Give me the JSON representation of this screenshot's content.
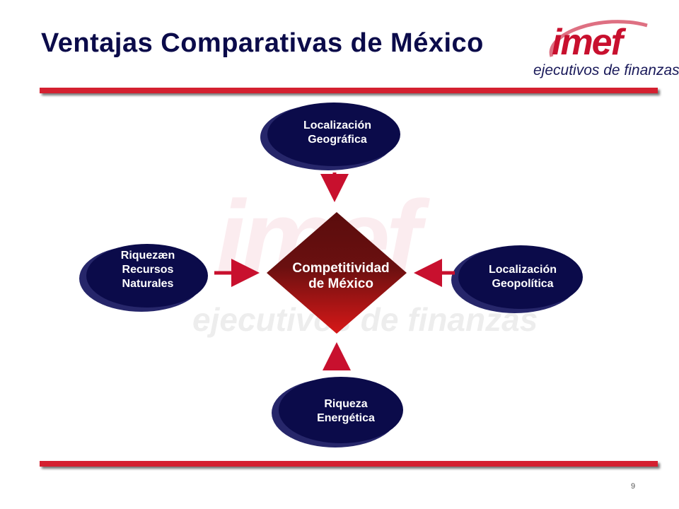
{
  "title": "Ventajas Comparativas de México",
  "logo": {
    "word": "imef",
    "subtitle": "ejecutivos de finanzas"
  },
  "watermark": {
    "word": "imef",
    "subtitle": "ejecutivos de finanzas"
  },
  "center": {
    "line1": "Competitividad",
    "line2": "de México"
  },
  "nodes": {
    "top": "Localización\nGeográfica",
    "left": "Riquezæn\nRecursos\nNaturales",
    "right": "Localización\nGeopolítica",
    "bottom": "Riqueza\nEnergética"
  },
  "colors": {
    "accent": "#d42030",
    "node": "#0b0b4a",
    "center_top": "#5a0c0c"
  },
  "page_number": "9"
}
